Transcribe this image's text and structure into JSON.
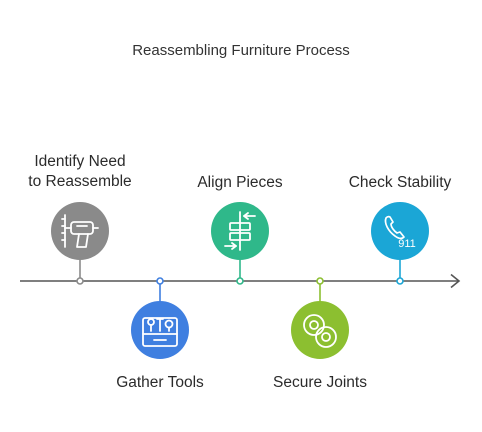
{
  "title": "Reassembling Furniture Process",
  "steps": [
    {
      "label_line1": "Identify Need",
      "label_line2": "to Reassemble",
      "icon": "drill-icon",
      "color": "#8a8a8a",
      "position": "above"
    },
    {
      "label": "Gather Tools",
      "icon": "toolbox-icon",
      "color": "#3f7fe0",
      "position": "below"
    },
    {
      "label": "Align Pieces",
      "icon": "align-arrows-icon",
      "color": "#2fb88a",
      "position": "above"
    },
    {
      "label": "Secure Joints",
      "icon": "washers-icon",
      "color": "#8cbf30",
      "position": "below"
    },
    {
      "label": "Check Stability",
      "icon": "phone-911-icon",
      "icon_text": "911",
      "color": "#1ba6d6",
      "position": "above"
    }
  ],
  "axis_color": "#555555"
}
